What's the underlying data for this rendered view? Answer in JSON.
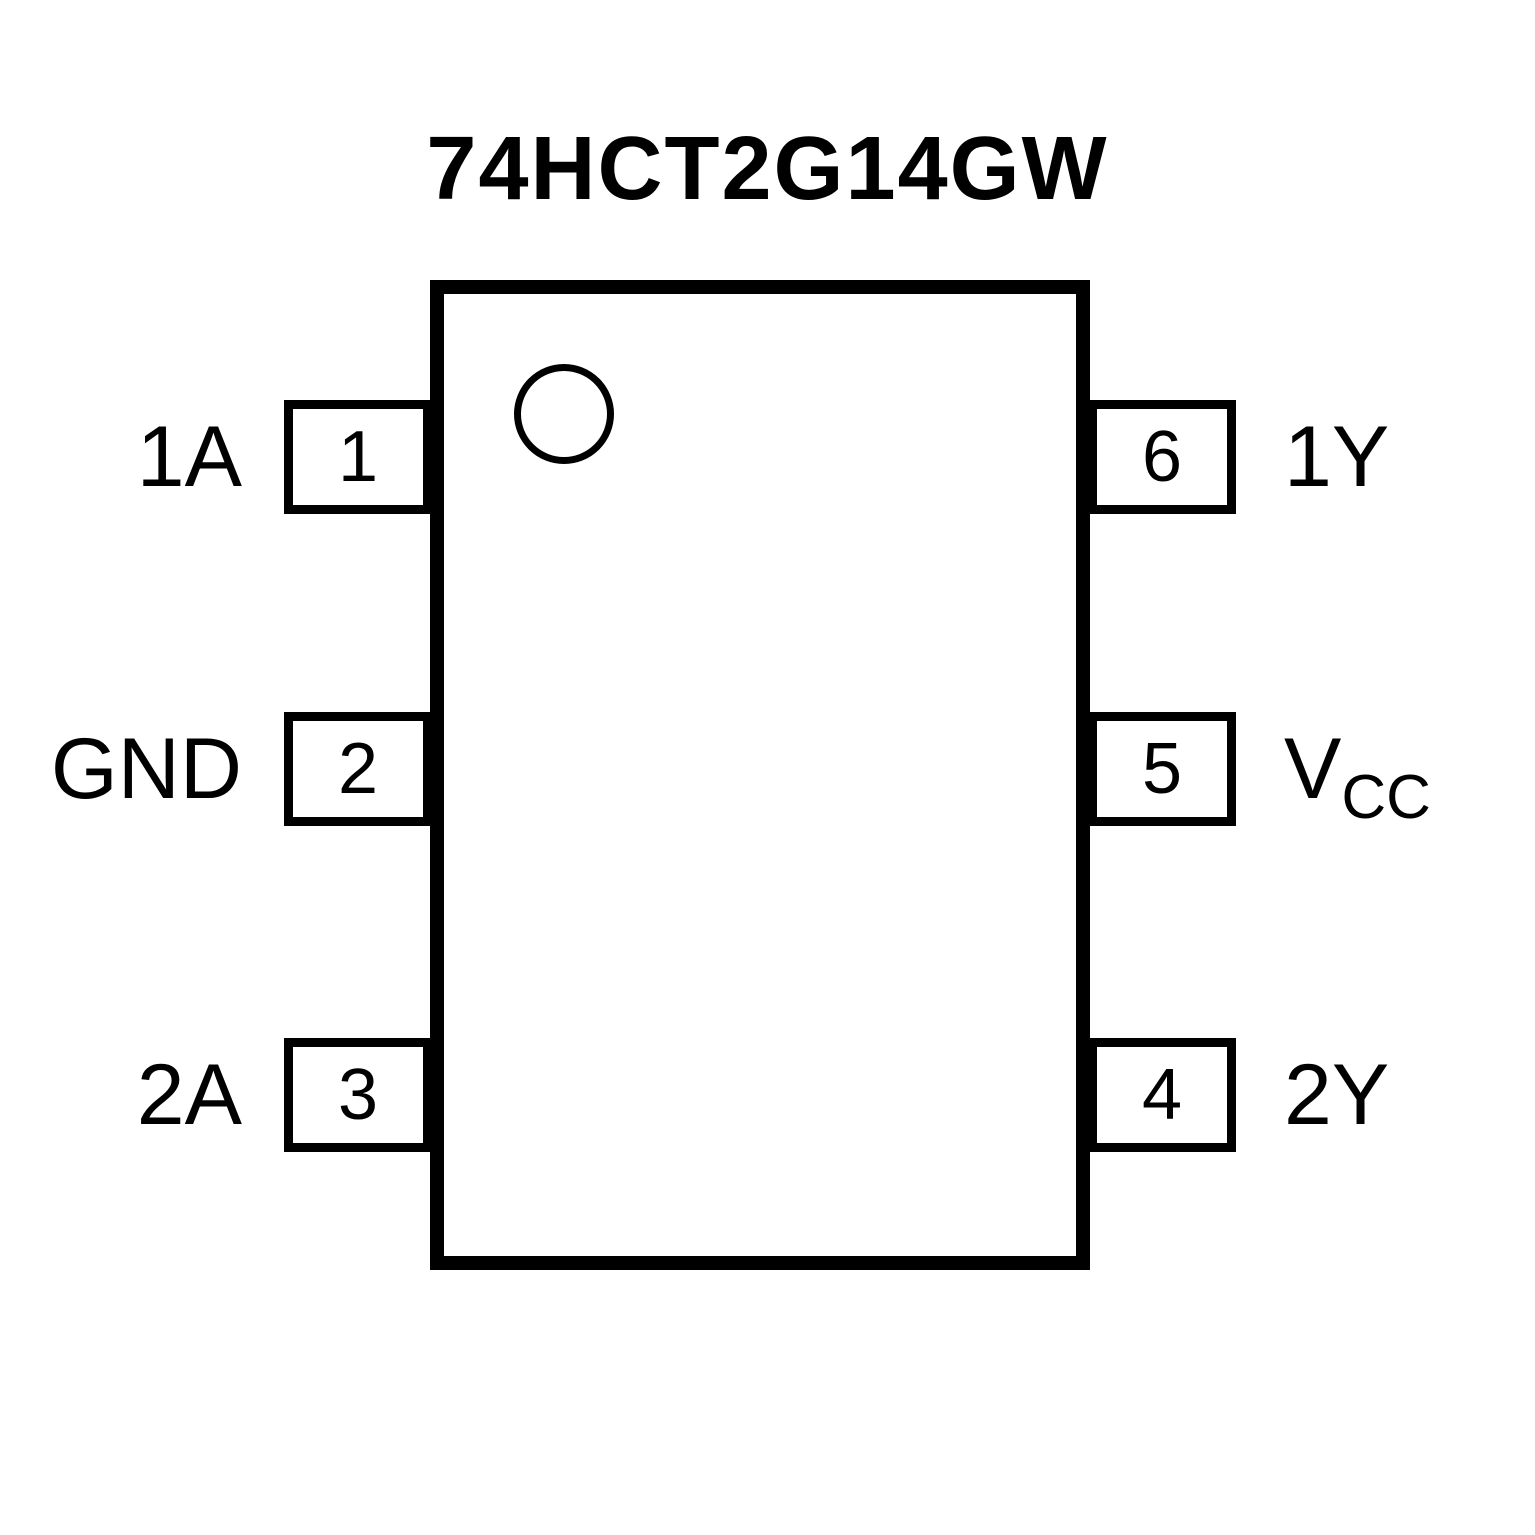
{
  "title": "74HCT2G14GW",
  "pins": {
    "left": [
      {
        "number": "1",
        "label": "1A",
        "label_sub": ""
      },
      {
        "number": "2",
        "label": "GND",
        "label_sub": ""
      },
      {
        "number": "3",
        "label": "2A",
        "label_sub": ""
      }
    ],
    "right": [
      {
        "number": "6",
        "label": "1Y",
        "label_sub": ""
      },
      {
        "number": "5",
        "label": "V",
        "label_sub": "CC"
      },
      {
        "number": "4",
        "label": "2Y",
        "label_sub": ""
      }
    ]
  },
  "colors": {
    "line": "#000000",
    "background": "#ffffff"
  }
}
